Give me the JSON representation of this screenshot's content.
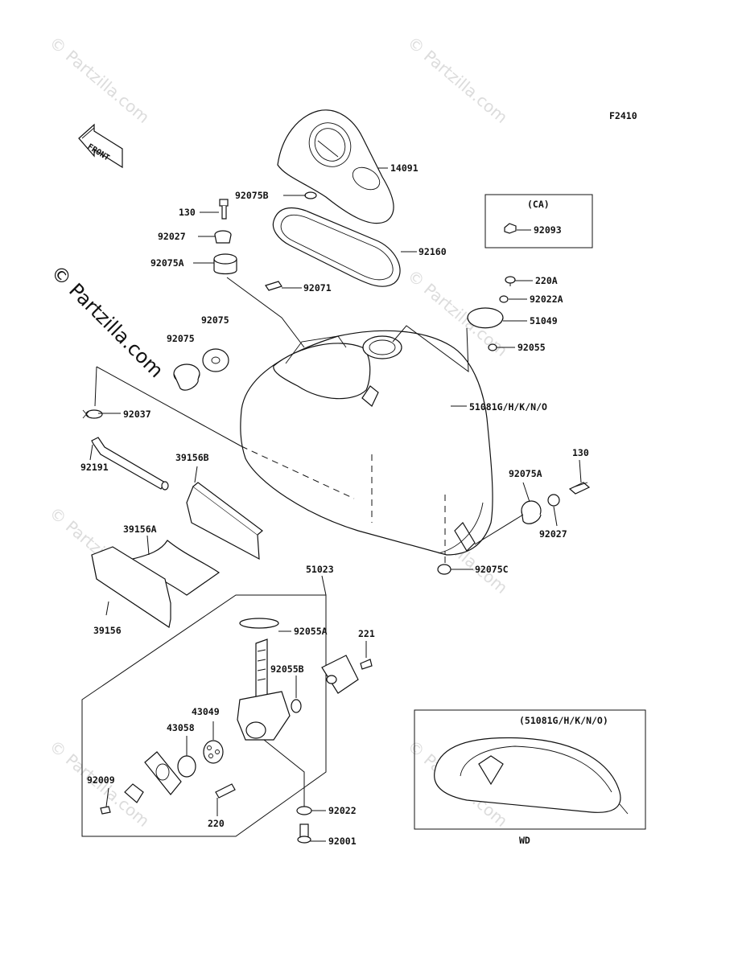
{
  "figure_code": "F2410",
  "front_label": "FRONT",
  "watermark": "© Partzilla.com",
  "side_watermark": "© Partzilla.com",
  "variant_ca": "(CA)",
  "variant_wd": "WD",
  "inset_label": "(51081G/H/K/N/O)",
  "parts": {
    "p14091": "14091",
    "p92075B": "92075B",
    "p130a": "130",
    "p92027a": "92027",
    "p92075Aa": "92075A",
    "p92160": "92160",
    "p92071": "92071",
    "p92093": "92093",
    "p220A": "220A",
    "p92022A": "92022A",
    "p51049": "51049",
    "p92055": "92055",
    "p92075a": "92075",
    "p92075b": "92075",
    "p92037": "92037",
    "p51081": "51081G/H/K/N/O",
    "p39156B": "39156B",
    "p92191": "92191",
    "p130b": "130",
    "p92075Ab": "92075A",
    "p92027b": "92027",
    "p39156A": "39156A",
    "p92075C": "92075C",
    "p51023": "51023",
    "p39156": "39156",
    "p92055A": "92055A",
    "p221": "221",
    "p92055B": "92055B",
    "p43049": "43049",
    "p43058": "43058",
    "p92009": "92009",
    "p92022": "92022",
    "p220": "220",
    "p92001": "92001"
  }
}
